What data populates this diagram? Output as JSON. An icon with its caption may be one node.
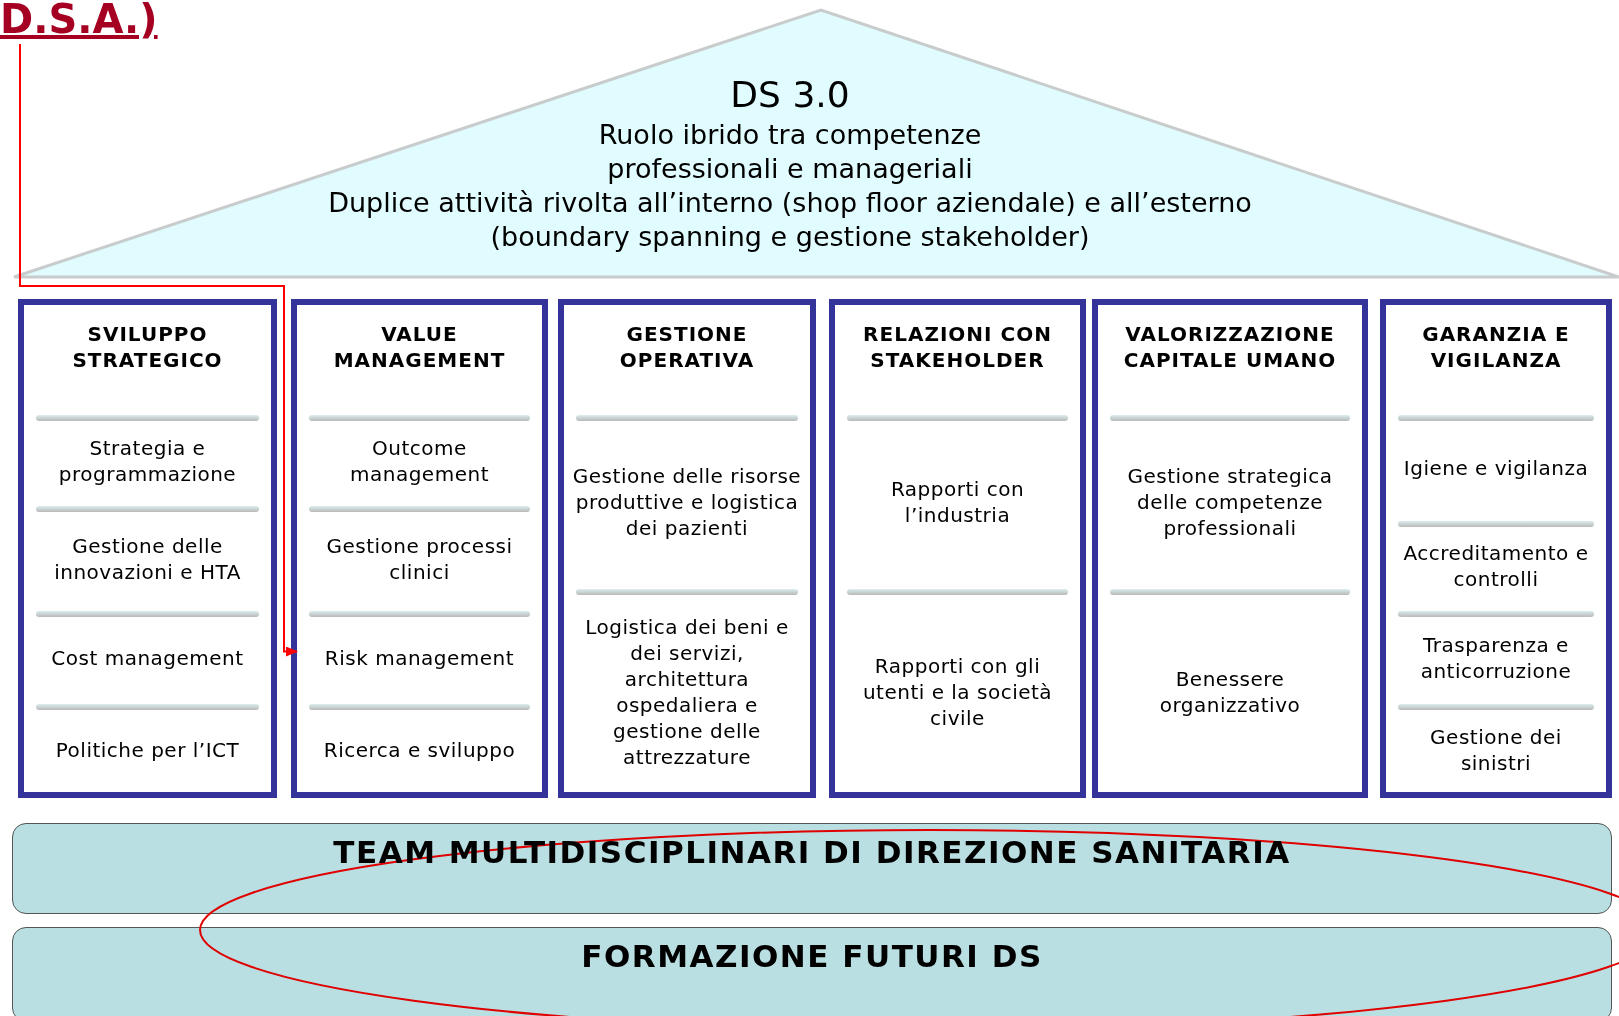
{
  "diagram": {
    "nodes": [
      {
        "text": [
          "DS 3.0",
          "Ruolo ibrido tra competenze professionali e manageriali",
          "Duplice attività rivolta all’interno (shop floor aziendale) e all’esterno (boundary spanning e gestione stakeholder)"
        ]
      },
      {
        "text": [
          "SVILUPPO STRATEGICO"
        ]
      },
      {
        "text": [
          "Strategia e programmazione"
        ],
        "in": 1
      },
      {
        "text": [
          "Gestione delle innovazioni e HTA"
        ],
        "in": 1
      },
      {
        "text": [
          "Cost management"
        ],
        "in": 1
      },
      {
        "text": [
          "Politiche per l’ICT"
        ],
        "in": 1
      },
      {
        "text": [
          "VALUE MANAGEMENT"
        ]
      },
      {
        "text": [
          "Outcome management"
        ],
        "in": 6
      },
      {
        "text": [
          "Gestione processi clinici"
        ],
        "in": 6
      },
      {
        "text": [
          "Risk management"
        ],
        "in": 6
      },
      {
        "text": [
          "Ricerca e sviluppo"
        ],
        "in": 6
      },
      {
        "text": [
          "GESTIONE OPERATIVA"
        ]
      },
      {
        "text": [
          "Gestione delle risorse produttive e logistica dei pazienti"
        ],
        "in": 11
      },
      {
        "text": [
          "Logistica dei beni e dei servizi, architettura ospedaliera e gestione delle attrezzature"
        ],
        "in": 11
      },
      {
        "text": [
          "RELAZIONI CON STAKEHOLDER"
        ]
      },
      {
        "text": [
          "Rapporti con l’industria"
        ],
        "in": 14
      },
      {
        "text": [
          "Rapporti con gli utenti e la società civile"
        ],
        "in": 14
      },
      {
        "text": [
          "VALORIZZAZIONE CAPITALE UMANO"
        ]
      },
      {
        "text": [
          "Gestione strategica delle competenze professionali"
        ],
        "in": 17
      },
      {
        "text": [
          "Benessere organizzativo"
        ],
        "in": 17
      },
      {
        "text": [
          "GARANZIA E VIGILANZA"
        ]
      },
      {
        "text": [
          "Igiene e vigilanza"
        ],
        "in": 20
      },
      {
        "text": [
          "Accreditamento e controlli"
        ],
        "in": 20
      },
      {
        "text": [
          "Trasparenza e anticorruzione"
        ],
        "in": 20
      },
      {
        "text": [
          "Gestione dei sinistri"
        ],
        "in": 20
      },
      {
        "text": [
          "TEAM MULTIDISCIPLINARI DI DIREZIONE SANITARIA"
        ]
      },
      {
        "text": [
          "FORMAZIONE FUTURI DS"
        ]
      },
      {
        "text": [
          "D.S.A.)"
        ]
      }
    ],
    "edges": [
      {
        "from": 27,
        "to": 9,
        "arrow": "to",
        "color": "#ff0000"
      }
    ]
  }
}
